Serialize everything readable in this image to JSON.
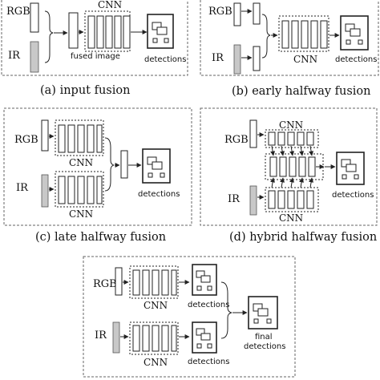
{
  "panels": {
    "a": {
      "label_rgb": "RGB",
      "label_ir": "IR",
      "label_cnn": "CNN",
      "label_fused": "fused image",
      "label_detections": "detections",
      "caption": "(a) input fusion"
    },
    "b": {
      "label_rgb": "RGB",
      "label_ir": "IR",
      "label_cnn": "CNN",
      "label_detections": "detections",
      "caption": "(b) early halfway fusion"
    },
    "c": {
      "label_rgb": "RGB",
      "label_ir": "IR",
      "label_cnn_top": "CNN",
      "label_cnn_bottom": "CNN",
      "label_detections": "detections",
      "caption": "(c) late halfway fusion"
    },
    "d": {
      "label_rgb": "RGB",
      "label_ir": "IR",
      "label_cnn_top": "CNN",
      "label_cnn_bottom": "CNN",
      "label_detections": "detections",
      "caption": "(d) hybrid halfway fusion"
    },
    "e": {
      "label_rgb": "RGB",
      "label_ir": "IR",
      "label_cnn_top": "CNN",
      "label_cnn_bottom": "CNN",
      "label_detections_top": "detections",
      "label_detections_bottom": "detections",
      "label_final_1": "final",
      "label_final_2": "detections"
    }
  }
}
